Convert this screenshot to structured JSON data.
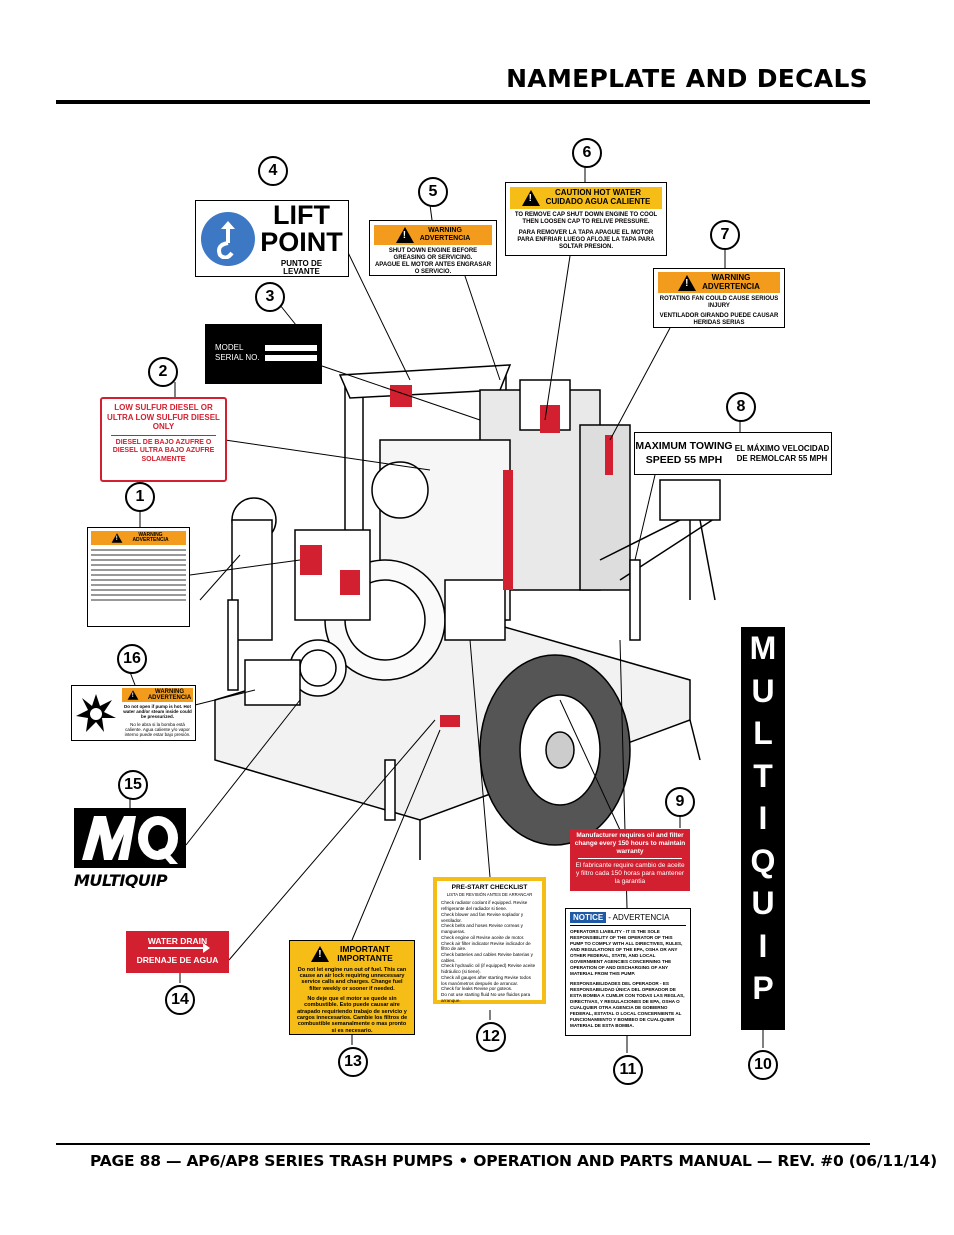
{
  "page": {
    "title": "NAMEPLATE AND DECALS",
    "footer": "PAGE 88 — AP6/AP8 SERIES TRASH PUMPS • OPERATION AND PARTS MANUAL — REV. #0 (06/11/14)",
    "side_tab_letters": [
      "M",
      "U",
      "L",
      "T",
      "I",
      "Q",
      "U",
      "I",
      "P"
    ]
  },
  "callouts": [
    "1",
    "2",
    "3",
    "4",
    "5",
    "6",
    "7",
    "8",
    "9",
    "10",
    "11",
    "12",
    "13",
    "14",
    "15",
    "16"
  ],
  "decals": {
    "lift_point": {
      "line1": "LIFT",
      "line2": "POINT",
      "sub1": "PUNTO DE",
      "sub2": "LEVANTE"
    },
    "nameplate": {
      "model": "MODEL",
      "serial": "SERIAL NO."
    },
    "low_sulfur": {
      "en": "LOW SULFUR DIESEL OR ULTRA LOW SULFUR DIESEL ONLY",
      "es": "DIESEL DE BAJO AZUFRE O DIESEL ULTRA BAJO AZUFRE SOLAMENTE"
    },
    "shut_down": {
      "head1": "WARNING",
      "head2": "ADVERTENCIA",
      "en": "SHUT DOWN ENGINE BEFORE GREASING OR SERVICING.",
      "es": "APAGUE EL MOTOR ANTES ENGRASAR O SERVICIO."
    },
    "hot_water": {
      "head1": "CAUTION HOT WATER",
      "head2": "CUIDADO AGUA CALIENTE",
      "en": "TO REMOVE CAP SHUT DOWN ENGINE TO COOL THEN LOOSEN CAP TO RELIVE PRESSURE.",
      "es": "PARA REMOVER LA TAPA APAGUE EL MOTOR PARA ENFRIAR LUEGO AFLOJE LA TAPA PARA SOLTAR PRESION."
    },
    "fan": {
      "head1": "WARNING",
      "head2": "ADVERTENCIA",
      "en": "ROTATING FAN COULD CAUSE SERIOUS INJURY",
      "es": "VENTILADOR GIRANDO PUEDE CAUSAR HERIDAS SERIAS"
    },
    "towing": {
      "en": "MAXIMUM TOWING SPEED 55 MPH",
      "es": "EL MÁXIMO VELOCIDAD DE REMOLCAR 55 MPH"
    },
    "general_warning": {
      "head1": "WARNING",
      "head2": "ADVERTENCIA"
    },
    "hot_pump": {
      "head1": "WARNING",
      "head2": "ADVERTENCIA",
      "en": "Do not open if pump is hot. Hot water and/or steam inside could be pressurized.",
      "es": "No le abra si la bomba está caliente. Agua caliente y/o vapor interno puede estar bajo presión."
    },
    "multiquip": {
      "word": "MULTIQUIP"
    },
    "oil_change": {
      "en": "Manufacturer requires oil and filter change every 150 hours to maintain warranty",
      "es": "El fabricante require cambio de aceite y filtro cada 150 horas para mantener la garantia"
    },
    "notice": {
      "head1": "NOTICE",
      "head2": "- ADVERTENCIA",
      "en": "OPERATORS LIABILITY - IT IS THE SOLE RESPONSIBILITY OF THE OPERATOR OF THIS PUMP TO COMPLY WITH ALL DIRECTIVES, RULES, AND REGULATIONS OF THE EPA, OSHA OR ANY OTHER FEDERAL, STATE, AND LOCAL GOVERNMENT AGENCIES CONCERNING THE OPERATION OF AND DISCHARGING OF ANY MATERIAL FROM THIS PUMP.",
      "es": "RESPONSABILIDADES DEL OPERADOR - ES RESPONSABILIDAD ÚNICA DEL OPERADOR DE ESTA BOMBA A CUMLIR CON TODAS LAS REGLAS, DIRECTIVAS, Y REGULACIONES DE EPA, OSHA O CUALQUIER OTRA AGENCIA DE GOBIERNO FEDERAL, ESTATAL O LOCAL CONCERNIENTE AL FUNCIONAMIENTO Y BOMBEO DE CUALQUIER MATERIAL DE ESTA BOMBA."
    },
    "checklist": {
      "head1": "PRE-START CHECKLIST",
      "head2": "LISTA DE REVISIÓN ANTES DE ARRANCAR",
      "items": [
        "Check radiator coolant if equipped. Revise refrigerante del radiador si tiene.",
        "Check blower and fan Revise soplador y ventilador.",
        "Check belts and hoses Revise correas y mangueras.",
        "Check engine oil Revise aceite de motor.",
        "Check air filter indicator Revise indicador de filtro de aire.",
        "Check batteries and cables Revise baterias y cables.",
        "Check hydraulic oil (if equipped) Revise aceite hidráulico (si tiene).",
        "Check all gauges after starting Revise todos los manómetros después de arrancar.",
        "Check for leaks Revise por goteos.",
        "Do not use starting fluid No use fluidos para arranque."
      ]
    },
    "important": {
      "head1": "IMPORTANT",
      "head2": "IMPORTANTE",
      "en": "Do not let engine run out of fuel. This can cause an air lock requiring unnecessary service calls and charges. Change fuel filter weekly or sooner if needed.",
      "es": "No deje que el motor se quede sin combustible. Esto puede causar aire atrapado requiriendo trabajo de servicio y cargos innecesarios. Cambie los filtros de combustible semanalmente o mas pronto si es necesario."
    },
    "water_drain": {
      "en": "WATER DRAIN",
      "es": "DRENAJE DE AGUA"
    }
  },
  "colors": {
    "warning_orange": "#f29b1d",
    "caution_yellow": "#f6bd16",
    "decal_red": "#d32030",
    "lift_blue": "#3c78c4",
    "black": "#000000"
  }
}
